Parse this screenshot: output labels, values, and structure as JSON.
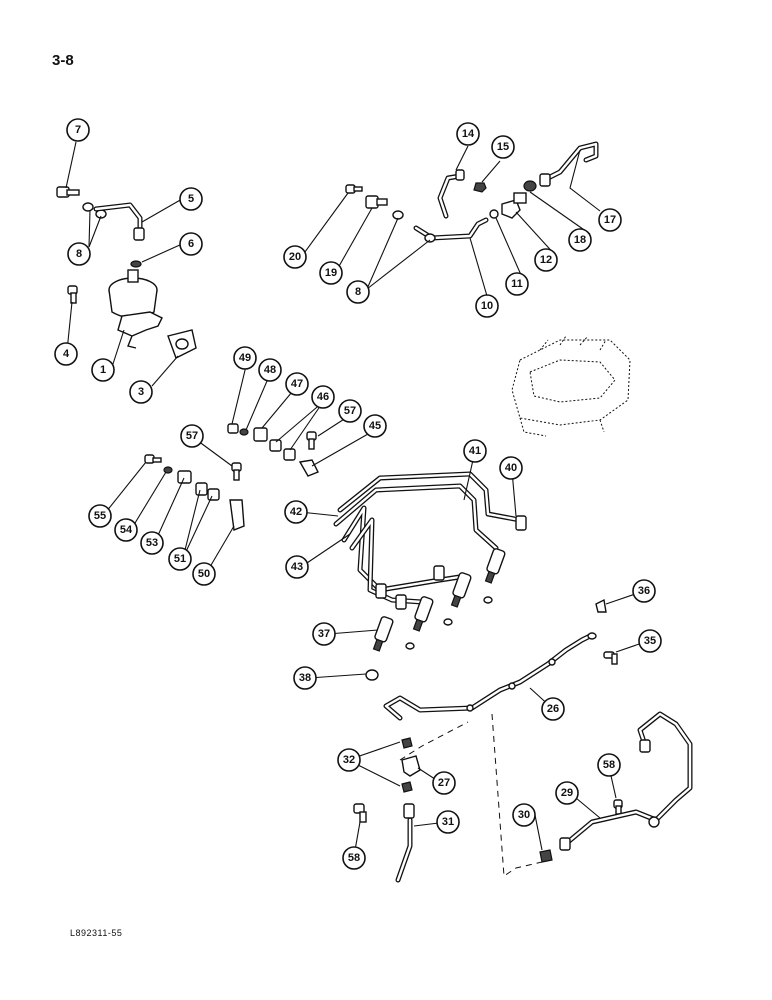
{
  "page": {
    "number": "3-8",
    "figure_code": "L892311-55"
  },
  "diagram": {
    "callouts": [
      "1",
      "3",
      "4",
      "5",
      "6",
      "7",
      "8",
      "8",
      "10",
      "11",
      "12",
      "14",
      "15",
      "17",
      "18",
      "19",
      "20",
      "26",
      "27",
      "29",
      "30",
      "31",
      "32",
      "35",
      "36",
      "37",
      "38",
      "40",
      "41",
      "42",
      "43",
      "45",
      "46",
      "47",
      "48",
      "49",
      "50",
      "51",
      "53",
      "54",
      "55",
      "57",
      "57",
      "58",
      "58"
    ]
  }
}
